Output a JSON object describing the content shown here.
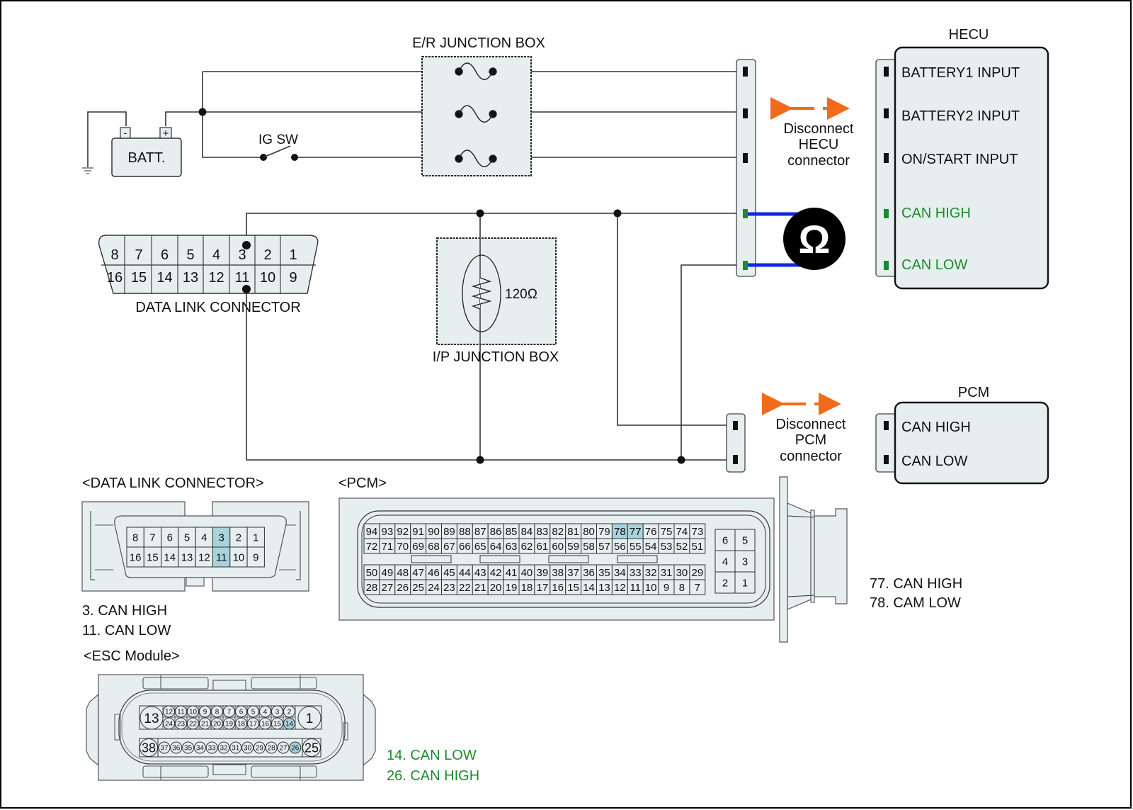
{
  "colors": {
    "component_fill": "#e6eef0",
    "highlight_fill": "#a9d3dc",
    "can_green": "#1c8a2c",
    "arrow_orange": "#f26b1d",
    "probe_blue": "#1028e0",
    "wire": "#333333"
  },
  "battery": {
    "label": "BATT.",
    "neg": "-",
    "pos": "+"
  },
  "ig_switch": {
    "label": "IG SW"
  },
  "er_junction_box": {
    "label": "E/R JUNCTION BOX"
  },
  "ip_junction_box": {
    "label": "I/P JUNCTION BOX",
    "resistor": "120Ω"
  },
  "dlc_schematic": {
    "label": "DATA LINK CONNECTOR",
    "top_row": [
      "8",
      "7",
      "6",
      "5",
      "4",
      "3",
      "2",
      "1"
    ],
    "bottom_row": [
      "16",
      "15",
      "14",
      "13",
      "12",
      "11",
      "10",
      "9"
    ]
  },
  "ohmmeter": {
    "symbol": "Ω"
  },
  "hecu": {
    "title": "HECU",
    "pins": [
      {
        "label": "BATTERY1 INPUT",
        "type": "power"
      },
      {
        "label": "BATTERY2 INPUT",
        "type": "power"
      },
      {
        "label": "ON/START INPUT",
        "type": "power"
      },
      {
        "label": "CAN HIGH",
        "type": "can"
      },
      {
        "label": "CAN LOW",
        "type": "can"
      }
    ],
    "disconnect_note": [
      "Disconnect",
      "HECU",
      "connector"
    ]
  },
  "pcm": {
    "title": "PCM",
    "pins": [
      {
        "label": "CAN HIGH"
      },
      {
        "label": "CAN LOW"
      }
    ],
    "disconnect_note": [
      "Disconnect",
      "PCM",
      "connector"
    ]
  },
  "dlc_view": {
    "heading": "<DATA LINK CONNECTOR>",
    "top_row": [
      "8",
      "7",
      "6",
      "5",
      "4",
      "3",
      "2",
      "1"
    ],
    "bottom_row": [
      "16",
      "15",
      "14",
      "13",
      "12",
      "11",
      "10",
      "9"
    ],
    "highlighted": [
      "3",
      "11"
    ],
    "legend": [
      "3. CAN HIGH",
      "11. CAN LOW"
    ]
  },
  "pcm_view": {
    "heading": "<PCM>",
    "row1": [
      "94",
      "93",
      "92",
      "91",
      "90",
      "89",
      "88",
      "87",
      "86",
      "85",
      "84",
      "83",
      "82",
      "81",
      "80",
      "79",
      "78",
      "77",
      "76",
      "75",
      "74",
      "73"
    ],
    "row2": [
      "72",
      "71",
      "70",
      "69",
      "68",
      "67",
      "66",
      "65",
      "64",
      "63",
      "62",
      "61",
      "60",
      "59",
      "58",
      "57",
      "56",
      "55",
      "54",
      "53",
      "52",
      "51"
    ],
    "row3": [
      "50",
      "49",
      "48",
      "47",
      "46",
      "45",
      "44",
      "43",
      "42",
      "41",
      "40",
      "39",
      "38",
      "37",
      "36",
      "35",
      "34",
      "33",
      "32",
      "31",
      "30",
      "29"
    ],
    "row4": [
      "28",
      "27",
      "26",
      "25",
      "24",
      "23",
      "22",
      "21",
      "20",
      "19",
      "18",
      "17",
      "16",
      "15",
      "14",
      "13",
      "12",
      "11",
      "10",
      "9",
      "8",
      "7"
    ],
    "aux": [
      [
        "6",
        "5"
      ],
      [
        "4",
        "3"
      ],
      [
        "2",
        "1"
      ]
    ],
    "highlighted": [
      "78",
      "77"
    ],
    "legend": [
      "77. CAN HIGH",
      "78. CAM LOW"
    ]
  },
  "esc_view": {
    "heading": "<ESC Module>",
    "big_top_left": "13",
    "big_top_right": "1",
    "row_a": [
      "12",
      "11",
      "10",
      "9",
      "8",
      "7",
      "6",
      "5",
      "4",
      "3",
      "2"
    ],
    "row_b": [
      "24",
      "23",
      "22",
      "21",
      "20",
      "19",
      "18",
      "17",
      "16",
      "15",
      "14"
    ],
    "big_bottom_left": "38",
    "big_bottom_right": "25",
    "row_c": [
      "37",
      "36",
      "35",
      "34",
      "33",
      "32",
      "31",
      "30",
      "29",
      "28",
      "27",
      "26"
    ],
    "highlighted": [
      "14",
      "26"
    ],
    "legend": [
      "14. CAN LOW",
      "26. CAN HIGH"
    ]
  }
}
